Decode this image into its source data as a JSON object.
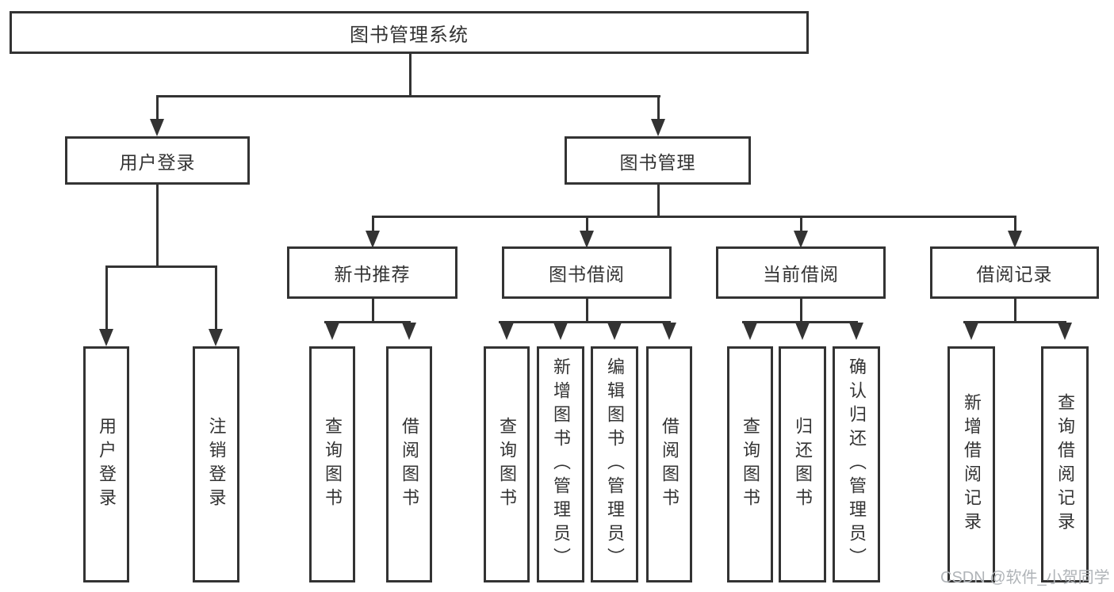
{
  "diagram": {
    "root": {
      "label": "图书管理系统"
    },
    "level1": [
      {
        "label": "用户登录"
      },
      {
        "label": "图书管理"
      }
    ],
    "level2": [
      {
        "label": "新书推荐"
      },
      {
        "label": "图书借阅"
      },
      {
        "label": "当前借阅"
      },
      {
        "label": "借阅记录"
      }
    ],
    "leaves": [
      {
        "label": "用户登录"
      },
      {
        "label": "注销登录"
      },
      {
        "label": "查询图书"
      },
      {
        "label": "借阅图书"
      },
      {
        "label": "查询图书"
      },
      {
        "label": "新增图书（管理员）"
      },
      {
        "label": "编辑图书（管理员）"
      },
      {
        "label": "借阅图书"
      },
      {
        "label": "查询图书"
      },
      {
        "label": "归还图书"
      },
      {
        "label": "确认归还（管理员）"
      },
      {
        "label": "新增借阅记录"
      },
      {
        "label": "查询借阅记录"
      }
    ]
  },
  "watermark": {
    "text": "CSDN @软件_小贺同学"
  },
  "colors": {
    "line": "#333333",
    "box_border": "#333333",
    "text": "#333333",
    "watermark": "#b0b4b8",
    "background": "#ffffff"
  }
}
